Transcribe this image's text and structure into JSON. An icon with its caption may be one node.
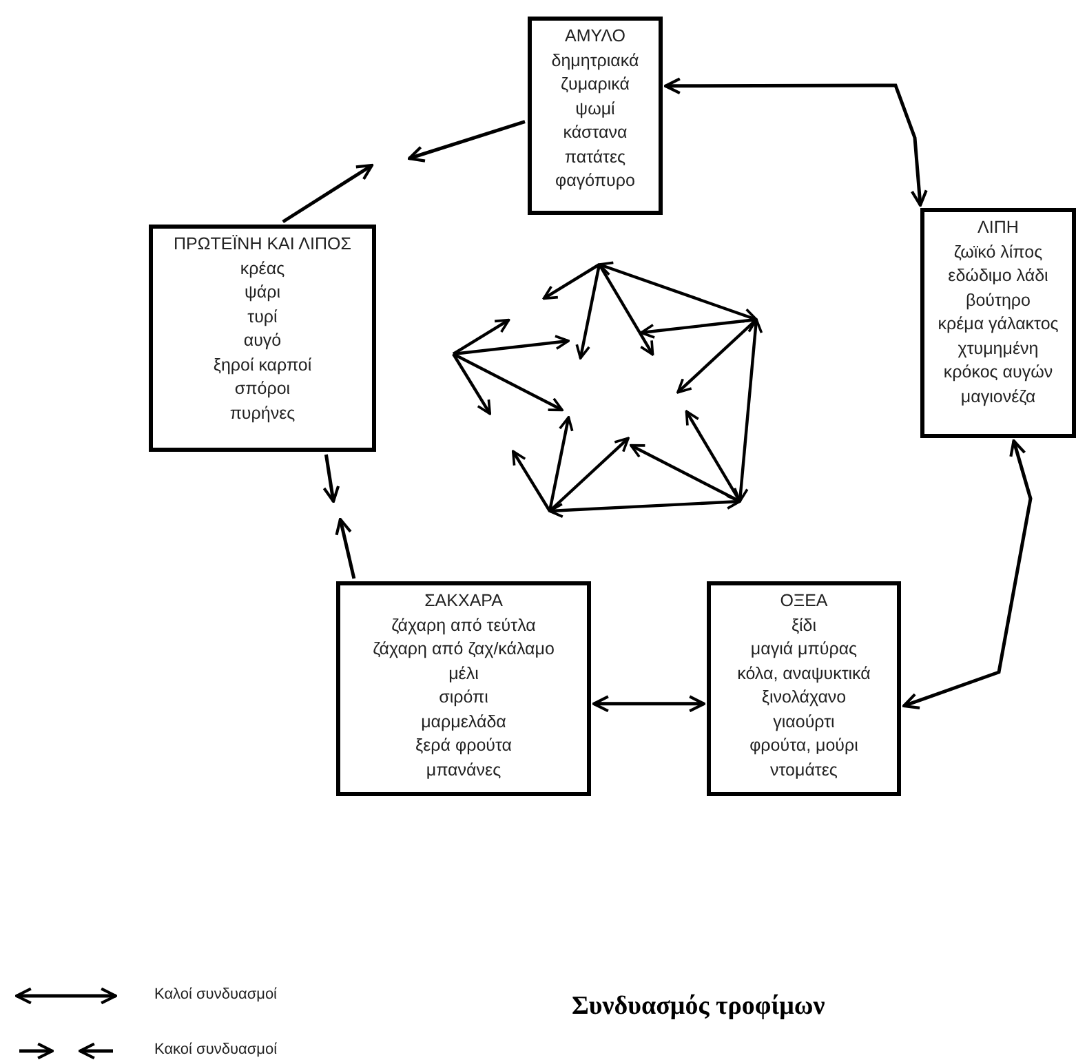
{
  "diagram": {
    "title": "Συνδυασμός τροφίμων",
    "nodes": [
      {
        "text": [
          "ΑΜΥΛΟ",
          "δημητριακά",
          "ζυμαρικά",
          "ψωμί",
          "κάστανα",
          "πατάτες",
          "φαγόπυρο"
        ]
      },
      {
        "text": [
          "ΛΙΠΗ",
          "ζωϊκό λίπος",
          "εδώδιμο λάδι",
          "βούτηρο",
          "κρέμα γάλακτος",
          "χτυμημένη",
          "κρόκος αυγών",
          "μαγιονέζα"
        ]
      },
      {
        "text": [
          "ΠΡΩΤΕΪΝΗ ΚΑΙ ΛΙΠΟΣ",
          "κρέας",
          "ψάρι",
          "τυρί",
          "αυγό",
          "ξηροί καρποί",
          "σπόροι",
          "πυρήνες"
        ]
      },
      {
        "text": [
          "ΣΑΚΧΑΡΑ",
          "ζάχαρη από τεύτλα",
          "ζάχαρη από ζαχ/κάλαμο",
          "μέλι",
          "σιρόπι",
          "μαρμελάδα",
          "ξερά φρούτα",
          "μπανάνες"
        ]
      },
      {
        "text": [
          "ΟΞΕΑ",
          "ξίδι",
          "μαγιά μπύρας",
          "κόλα, αναψυκτικά",
          "ξινολάχανο",
          "γιαούρτι",
          "φρούτα, μούρι",
          "ντομάτες"
        ]
      }
    ],
    "edges": [
      {
        "from": 0,
        "to": 1,
        "arrow": "both"
      },
      {
        "from": 1,
        "to": 4,
        "arrow": "both"
      },
      {
        "from": 4,
        "to": 3,
        "arrow": "both"
      },
      {
        "from": 0,
        "to": null,
        "arrow": "to"
      },
      {
        "from": 2,
        "to": null,
        "arrow": "to"
      },
      {
        "from": 2,
        "to": null,
        "arrow": "to"
      },
      {
        "from": 3,
        "to": null,
        "arrow": "to"
      }
    ],
    "legend": [
      {
        "text": "Καλοί συνδυασμοί"
      },
      {
        "text": "Κακοί συνδυασμοί"
      }
    ]
  }
}
